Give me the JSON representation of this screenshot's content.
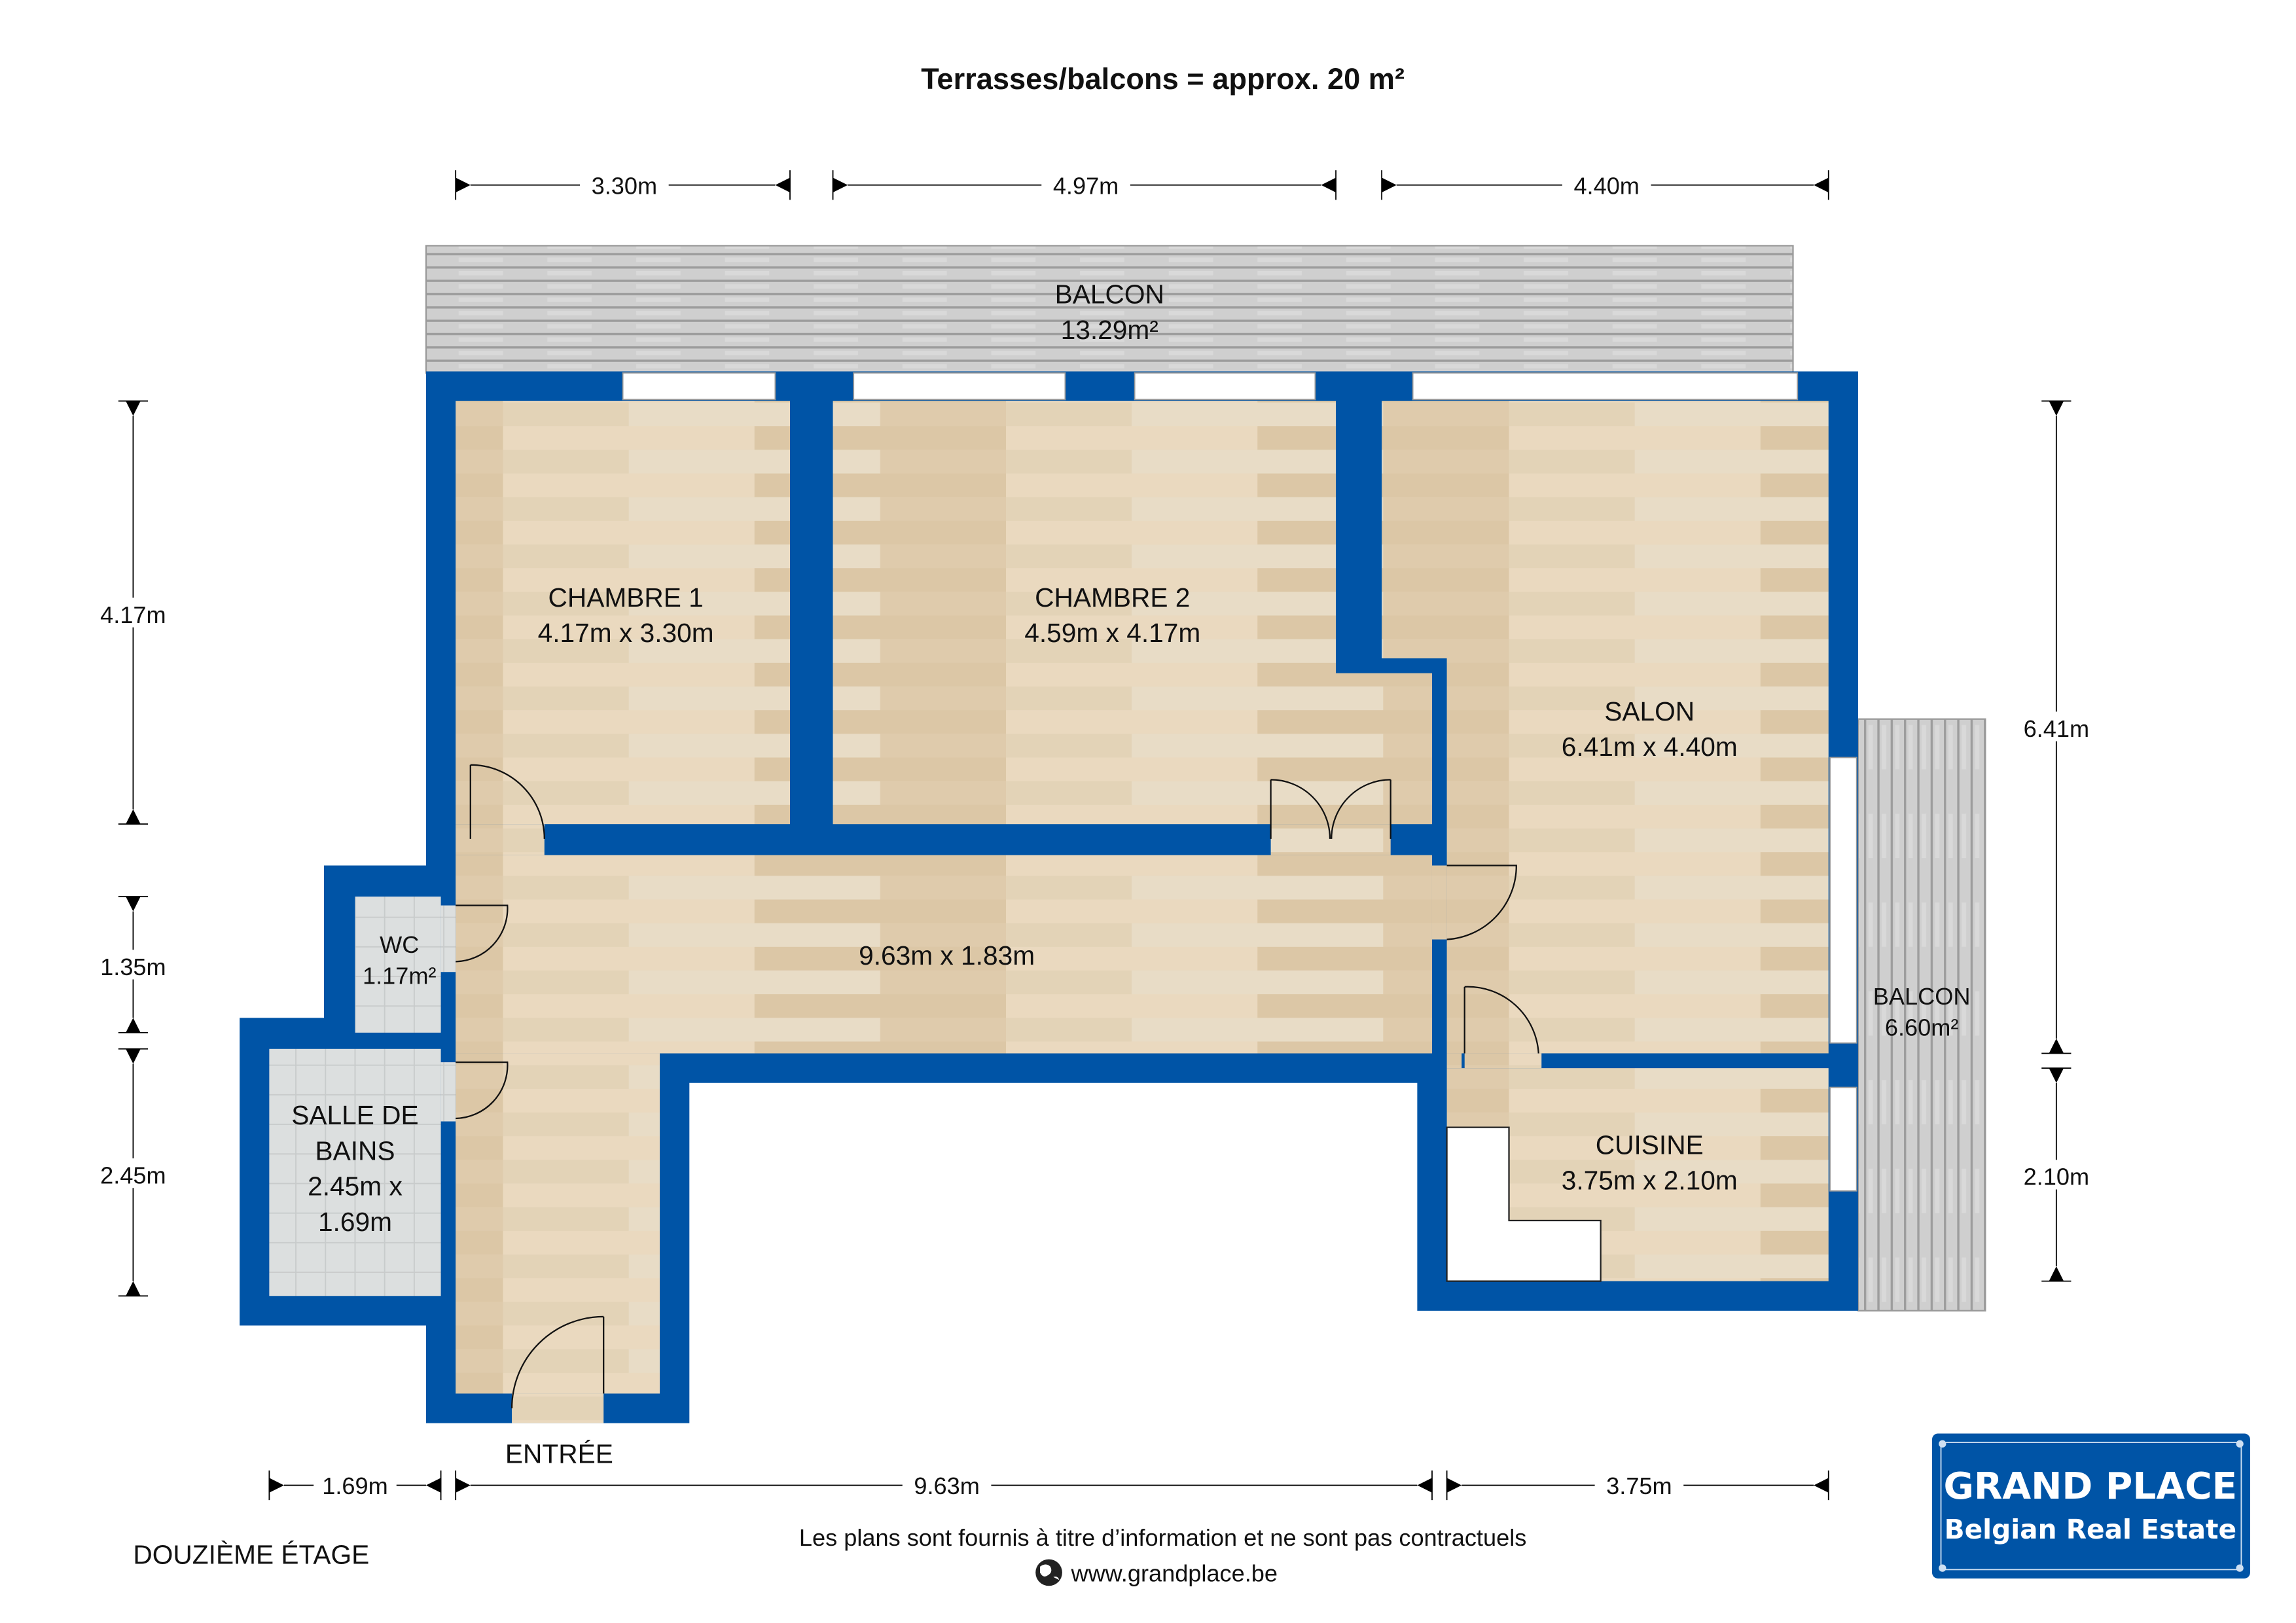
{
  "title": "Terrasses/balcons = approx. 20 m²",
  "colors": {
    "wall": "#0054a6",
    "wood": "#e2d2b6",
    "tile": "#d9dcdc",
    "deck": "#c9c9c9"
  },
  "dims": {
    "top": [
      "3.30m",
      "4.97m",
      "4.40m"
    ],
    "bottom": [
      "1.69m",
      "9.63m",
      "3.75m"
    ],
    "left": [
      "4.17m",
      "1.35m",
      "2.45m"
    ],
    "right": [
      "6.41m",
      "2.10m"
    ]
  },
  "rooms": {
    "balcon_top": {
      "name": "BALCON",
      "area": "13.29m²"
    },
    "chambre1": {
      "name": "CHAMBRE 1",
      "size": "4.17m x 3.30m"
    },
    "chambre2": {
      "name": "CHAMBRE 2",
      "size": "4.59m x 4.17m"
    },
    "salon": {
      "name": "SALON",
      "size": "6.41m x 4.40m"
    },
    "hall": {
      "size": "9.63m x 1.83m"
    },
    "wc": {
      "name": "WC",
      "area": "1.17m²"
    },
    "bain": {
      "name1": "SALLE DE",
      "name2": "BAINS",
      "size1": "2.45m x",
      "size2": "1.69m"
    },
    "cuisine": {
      "name": "CUISINE",
      "size": "3.75m x 2.10m"
    },
    "balcon_right": {
      "name": "BALCON",
      "area": "6.60m²"
    },
    "entree": {
      "name": "ENTRÉE"
    }
  },
  "floor_label": "DOUZIÈME ÉTAGE",
  "footer": {
    "disclaimer": "Les plans sont fournis à titre d’information et ne sont pas contractuels",
    "website": "www.grandplace.be",
    "globe_icon": "globe-icon"
  },
  "logo": {
    "line1": "GRAND PLACE",
    "line2": "Belgian Real Estate"
  }
}
